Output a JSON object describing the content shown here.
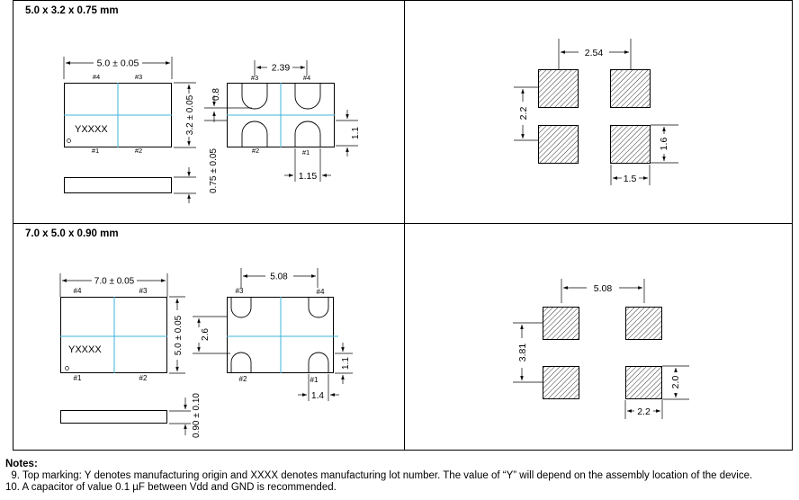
{
  "colors": {
    "center_line": "#3cb4d8",
    "hatch": "#000000",
    "border": "#000000"
  },
  "sections": [
    {
      "title": "5.0 x 3.2 x 0.75 mm",
      "top_view": {
        "length": "5.0 ± 0.05",
        "width": "3.2 ± 0.05",
        "marking": "YXXXX",
        "pins": {
          "p4": "#4",
          "p3": "#3",
          "p1": "#1",
          "p2": "#2"
        }
      },
      "side_view": {
        "height": "0.75 ± 0.05"
      },
      "bottom_view": {
        "pad_pitch": "2.39",
        "pad_height": "0.8",
        "pad_clear": "1.1",
        "pad_width": "1.15",
        "pins": {
          "p3": "#3",
          "p4": "#4",
          "p2": "#2",
          "p1": "#1"
        }
      },
      "land_pattern": {
        "pitch_x": "2.54",
        "pitch_y": "2.2",
        "pad_h": "1.6",
        "pad_w": "1.5"
      }
    },
    {
      "title": "7.0 x 5.0 x 0.90 mm",
      "top_view": {
        "length": "7.0 ± 0.05",
        "width": "5.0 ± 0.05",
        "marking": "YXXXX",
        "pins": {
          "p4": "#4",
          "p3": "#3",
          "p1": "#1",
          "p2": "#2"
        }
      },
      "side_view": {
        "height": "0.90 ± 0.10"
      },
      "bottom_view": {
        "pad_pitch": "5.08",
        "pad_height": "2.6",
        "pad_clear": "1.1",
        "pad_width": "1.4",
        "pins": {
          "p3": "#3",
          "p4": "#4",
          "p2": "#2",
          "p1": "#1"
        }
      },
      "land_pattern": {
        "pitch_x": "5.08",
        "pitch_y": "3.81",
        "pad_h": "2.0",
        "pad_w": "2.2"
      }
    }
  ],
  "notes": {
    "title": "Notes:",
    "items": [
      "  9. Top marking: Y denotes manufacturing origin and XXXX denotes manufacturing lot number. The value of “Y” will depend on the assembly location of the device.",
      "10. A capacitor of value 0.1 µF between Vdd and GND is recommended."
    ]
  }
}
